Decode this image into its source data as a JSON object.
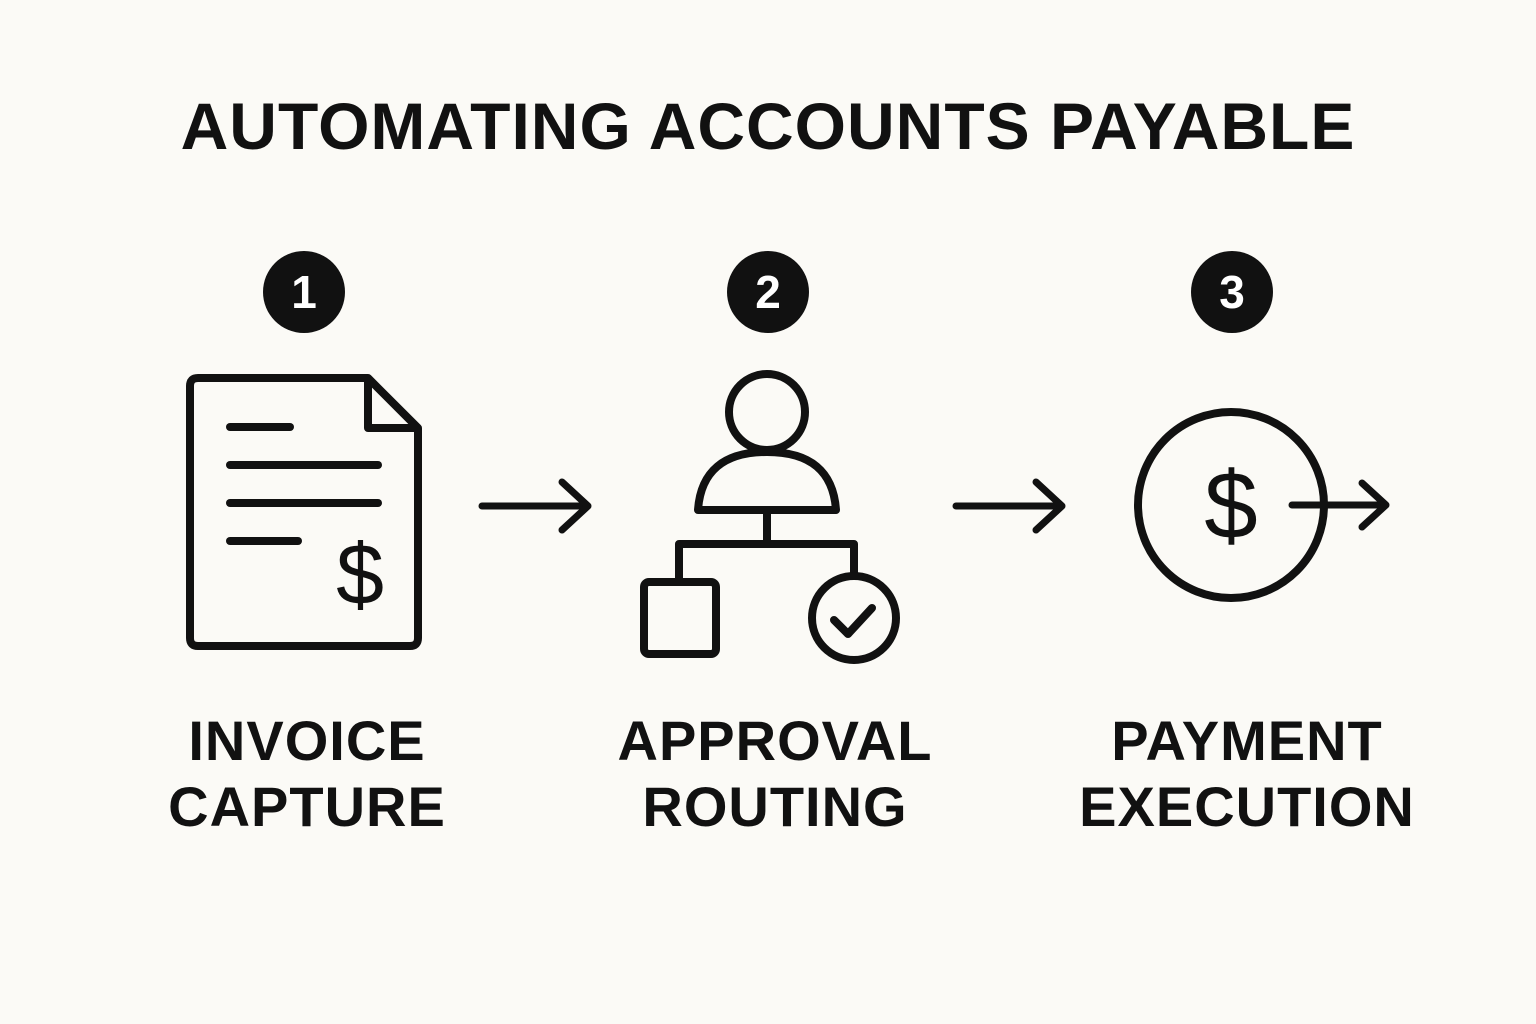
{
  "title": "AUTOMATING ACCOUNTS PAYABLE",
  "steps": [
    {
      "number": "1",
      "icon": "invoice-document-icon",
      "icon_glyph": "$",
      "label_line1": "INVOICE",
      "label_line2": "CAPTURE"
    },
    {
      "number": "2",
      "icon": "approval-hierarchy-icon",
      "label_line1": "APPROVAL",
      "label_line2": "ROUTING"
    },
    {
      "number": "3",
      "icon": "dollar-circle-arrow-icon",
      "icon_glyph": "$",
      "label_line1": "PAYMENT",
      "label_line2": "EXECUTION"
    }
  ],
  "colors": {
    "background": "#fbfaf6",
    "ink": "#111111",
    "badge_text": "#ffffff"
  }
}
